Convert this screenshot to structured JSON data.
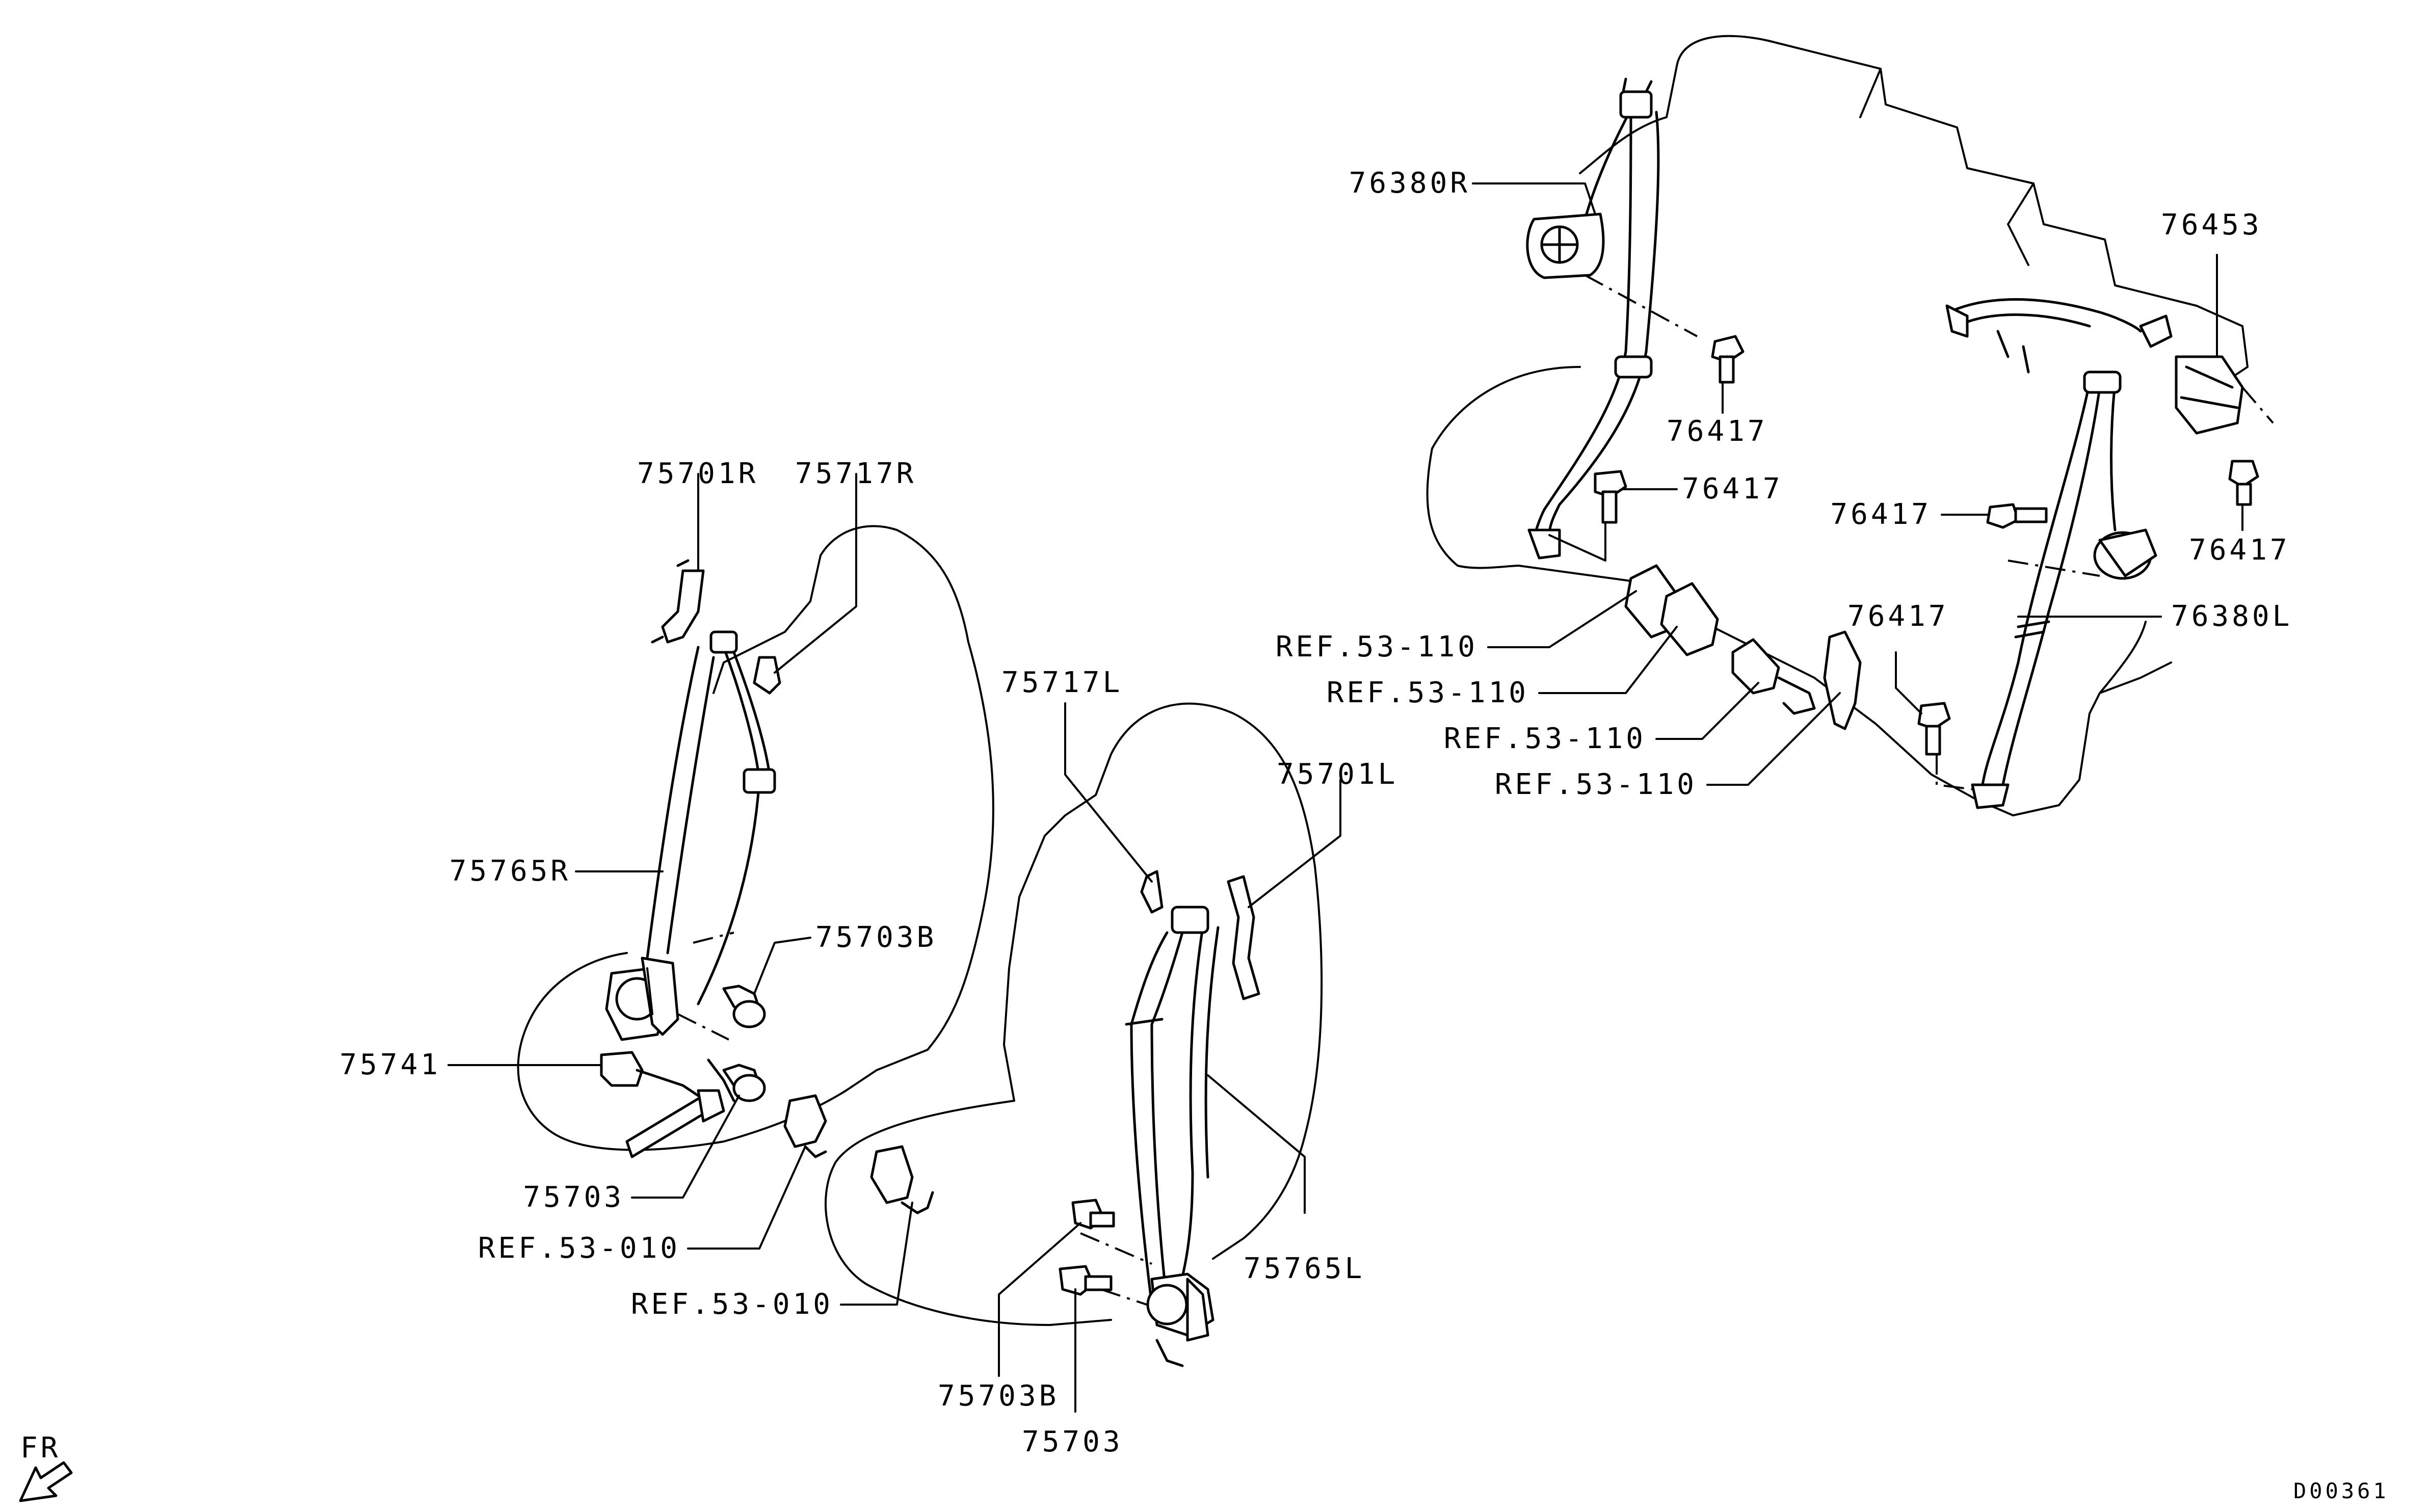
{
  "diagram": {
    "orientation": "FR",
    "figure_code": "D00361",
    "labels": {
      "l76380R": "76380R",
      "l76453": "76453",
      "l76417a": "76417",
      "l76417b": "76417",
      "l76417c": "76417",
      "l76417d": "76417",
      "l76417e": "76417",
      "l76380L": "76380L",
      "lref110a": "REF.53-110",
      "lref110b": "REF.53-110",
      "lref110c": "REF.53-110",
      "lref110d": "REF.53-110",
      "l75701R": "75701R",
      "l75717R": "75717R",
      "l75765R": "75765R",
      "l75703Ba": "75703B",
      "l75741": "75741",
      "l75703a": "75703",
      "lref010a": "REF.53-010",
      "lref010b": "REF.53-010",
      "l75717L": "75717L",
      "l75701L": "75701L",
      "l75765L": "75765L",
      "l75703Bb": "75703B",
      "l75703b": "75703"
    }
  }
}
